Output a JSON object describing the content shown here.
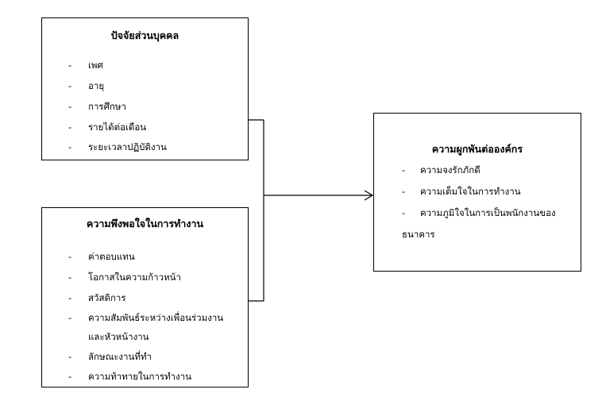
{
  "personal_factors": {
    "title": "ปัจจัยส่วนบุคคล",
    "items": [
      "เพศ",
      "อายุ",
      "การศึกษา",
      "รายได้ต่อเดือน",
      "ระยะเวลาปฏิบัติงาน"
    ]
  },
  "job_satisfaction": {
    "title": "ความพึงพอใจในการทำงาน",
    "items": [
      "ค่าตอบแทน",
      "โอกาสในความก้าวหน้า",
      "สวัสดิการ",
      "ความสัมพันธ์ระหว่างเพื่อนร่วมงาน",
      "และหัวหน้างาน",
      "ลักษณะงานที่ทำ",
      "ความท้าทายในการทำงาน"
    ]
  },
  "organizational_commitment": {
    "title": "ความผูกพันต่อองค์กร",
    "items": [
      "ความจงรักภักดี",
      "ความเต็มใจในการทำงาน",
      "ความภูมิใจในการเป็นพนักงานของ",
      "ธนาคาร"
    ]
  },
  "dash_symbol": "-"
}
